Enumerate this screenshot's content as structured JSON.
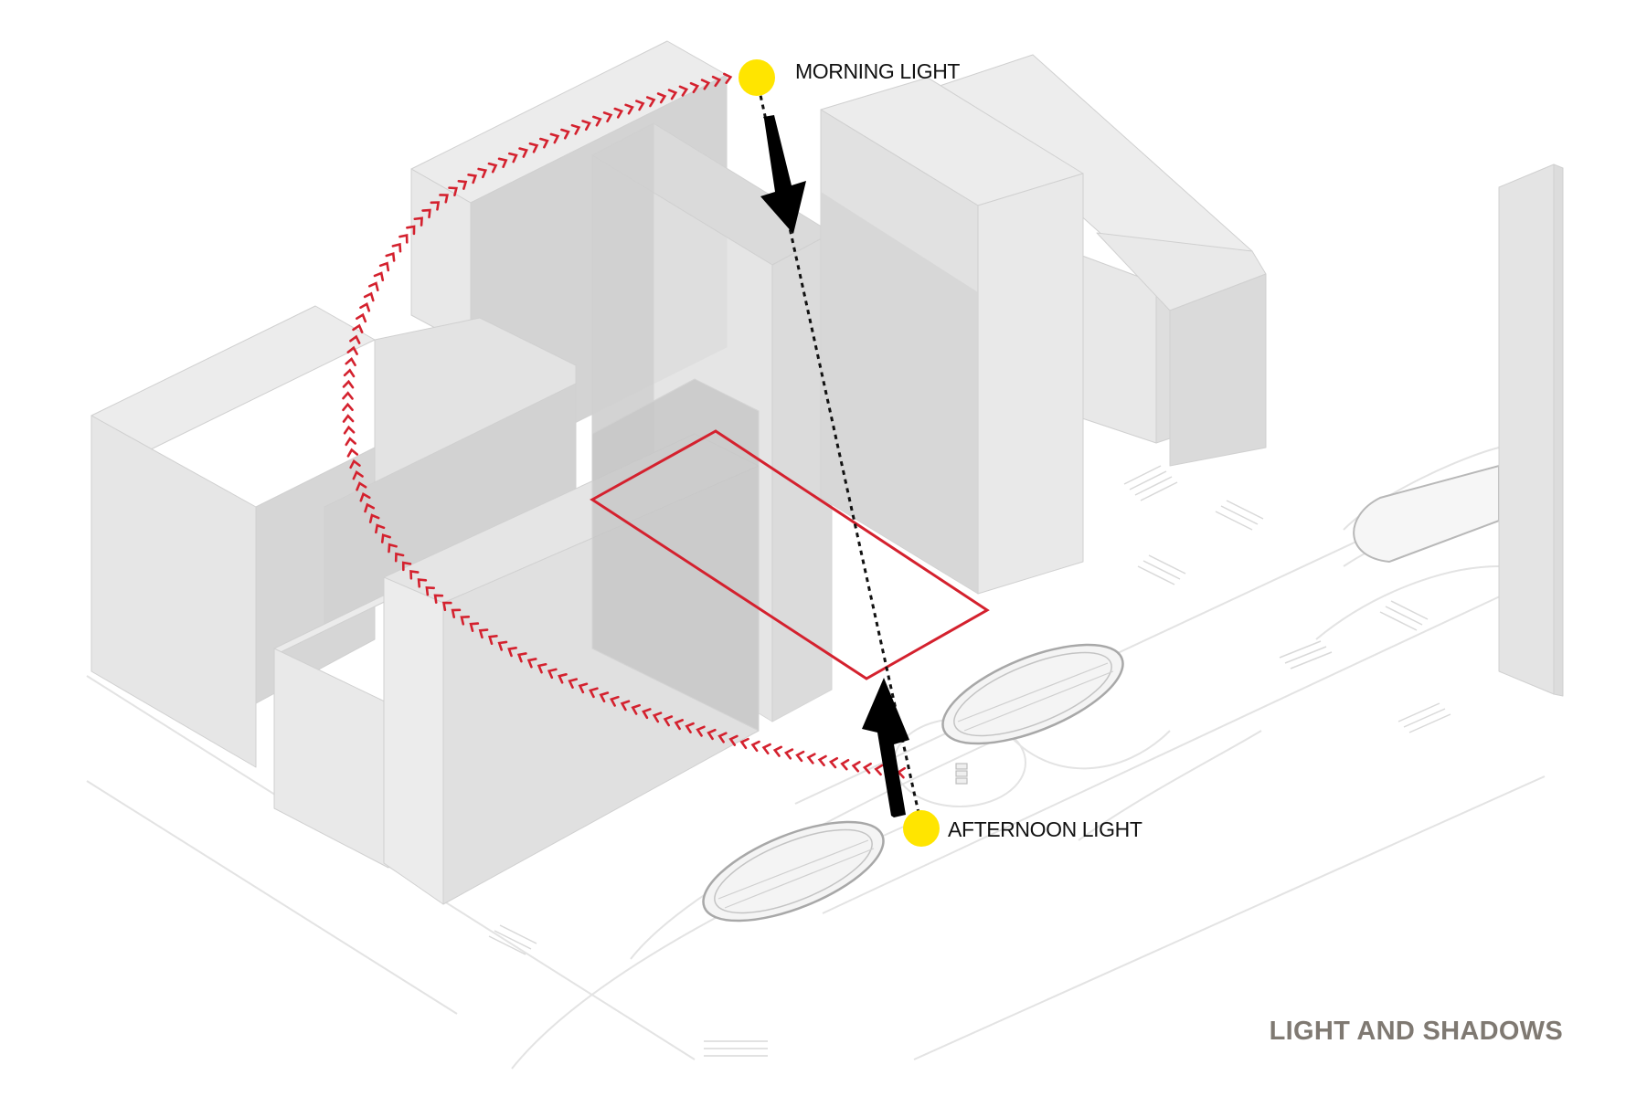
{
  "labels": {
    "morning": "MORNING LIGHT",
    "afternoon": "AFTERNOON LIGHT",
    "title": "LIGHT AND SHADOWS"
  },
  "colors": {
    "sun": "#ffe500",
    "path": "#d4212e",
    "site_outline": "#d4212e",
    "arrow": "#000000",
    "building_top": "#ececec",
    "building_left": "#e6e6e6",
    "building_right": "#dcdcdc",
    "shadow": "#c9c9c9",
    "title": "#7f7972"
  }
}
